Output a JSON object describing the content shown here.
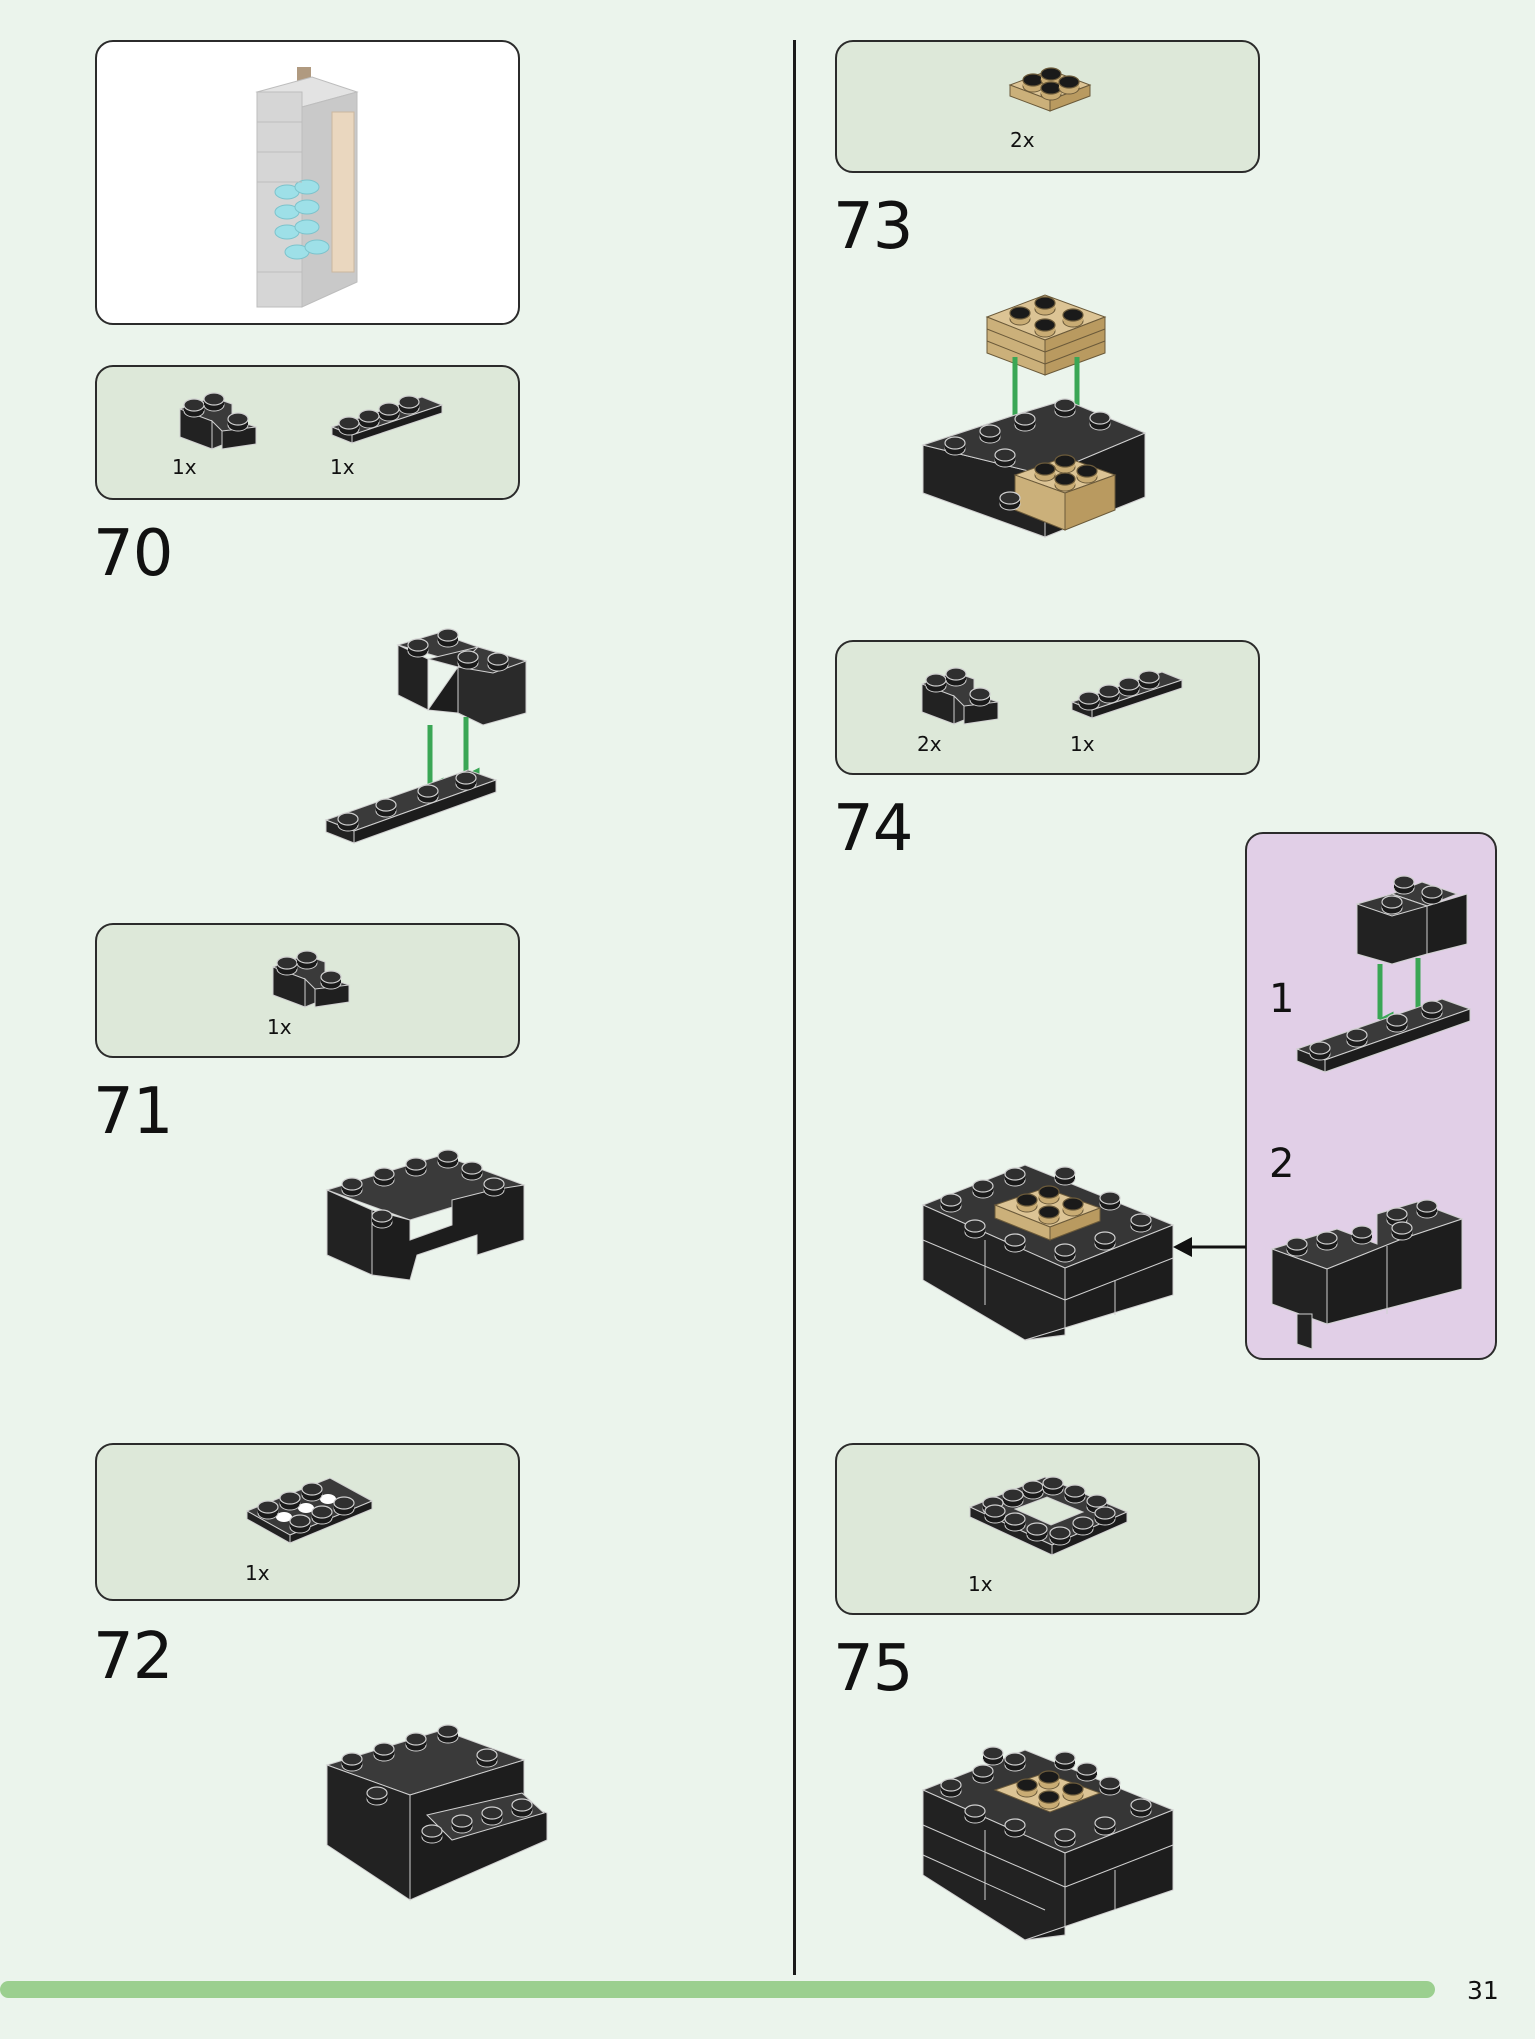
{
  "steps": {
    "s70": {
      "number": "70",
      "parts": [
        "1x",
        "1x"
      ]
    },
    "s71": {
      "number": "71",
      "parts": [
        "1x"
      ]
    },
    "s72": {
      "number": "72",
      "parts": [
        "1x"
      ]
    },
    "s73": {
      "number": "73",
      "parts": [
        "2x"
      ]
    },
    "s74": {
      "number": "74",
      "parts": [
        "2x",
        "1x"
      ],
      "substeps": [
        "1",
        "2"
      ]
    },
    "s75": {
      "number": "75",
      "parts": [
        "1x"
      ]
    }
  },
  "page_number": "31",
  "colors": {
    "background": "#ebf4ec",
    "parts_box": "#dde8d9",
    "substep_box": "#e1cfe7",
    "footer_bar": "#9bcf8f",
    "brick_black": "#2a2a2a",
    "brick_tan": "#dcc495",
    "arrow_green": "#3aa655"
  }
}
